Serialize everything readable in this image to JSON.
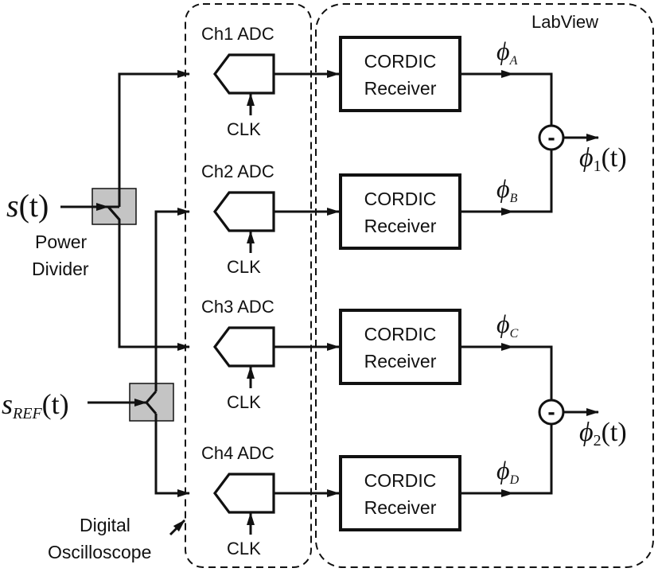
{
  "labview_label": "LabView",
  "oscilloscope_label": [
    "Digital",
    "Oscilloscope"
  ],
  "power_divider_label": [
    "Power",
    "Divider"
  ],
  "inputs": {
    "signal": {
      "base": "s",
      "arg": "(t)"
    },
    "reference": {
      "base": "s",
      "sub": "REF",
      "arg": "(t)"
    }
  },
  "channels": [
    {
      "adc_label": "Ch1 ADC",
      "clk_label": "CLK",
      "receiver": [
        "CORDIC",
        "Receiver"
      ],
      "phase_sub": "A"
    },
    {
      "adc_label": "Ch2 ADC",
      "clk_label": "CLK",
      "receiver": [
        "CORDIC",
        "Receiver"
      ],
      "phase_sub": "B"
    },
    {
      "adc_label": "Ch3 ADC",
      "clk_label": "CLK",
      "receiver": [
        "CORDIC",
        "Receiver"
      ],
      "phase_sub": "C"
    },
    {
      "adc_label": "Ch4 ADC",
      "clk_label": "CLK",
      "receiver": [
        "CORDIC",
        "Receiver"
      ],
      "phase_sub": "D"
    }
  ],
  "subtractors": [
    {
      "symbol": "-",
      "output": {
        "sub": "1",
        "arg": "(t)"
      }
    },
    {
      "symbol": "-",
      "output": {
        "sub": "2",
        "arg": "(t)"
      }
    }
  ],
  "phi_symbol": "ϕ"
}
